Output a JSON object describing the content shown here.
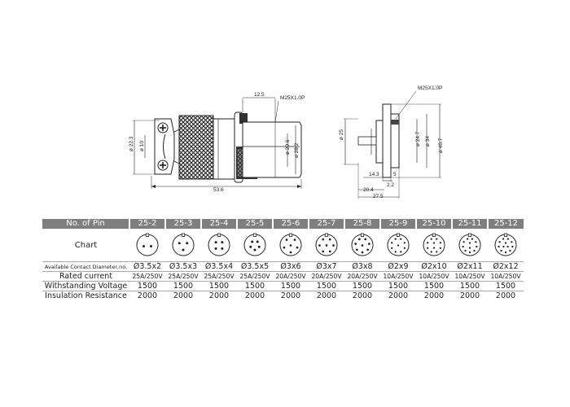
{
  "drawing": {
    "left_dims": {
      "overall_length": "53.6",
      "thread_length": "12.5",
      "thread_spec": "M25X1.0P",
      "dia_flange": "ø 22.3",
      "dia_cable": "ø 10",
      "dia_inner": "ø 20.6",
      "dia_outer": "ø 28.2"
    },
    "right_dims": {
      "thread_spec": "M25X1.0P",
      "dia_flange": "ø 25",
      "dia_thread_inner": "ø 24.7",
      "dia_body": "ø 34",
      "dia_outer": "ø 40.7",
      "dim_14_3": "14.3",
      "dim_5": "5",
      "dim_2_2": "2.2",
      "dim_20_4": "20.4",
      "dim_27_5": "27.5"
    }
  },
  "table": {
    "header_label": "No. of Pin",
    "models": [
      "25-2",
      "25-3",
      "25-4",
      "25-5",
      "25-6",
      "25-7",
      "25-8",
      "25-9",
      "25-10",
      "25-11",
      "25-12"
    ],
    "pin_counts": [
      2,
      3,
      4,
      5,
      6,
      7,
      8,
      9,
      10,
      11,
      12
    ],
    "chart_label": "Chart",
    "diameter_label": "Available Contact Diameter,no.",
    "diameters": [
      "Ø3.5x2",
      "Ø3.5x3",
      "Ø3.5x4",
      "Ø3.5x5",
      "Ø3x6",
      "Ø3x7",
      "Ø3x8",
      "Ø2x9",
      "Ø2x10",
      "Ø2x11",
      "Ø2x12"
    ],
    "current_label": "Rated current",
    "currents": [
      "25A/250V",
      "25A/250V",
      "25A/250V",
      "25A/250V",
      "20A/250V",
      "20A/250V",
      "20A/250V",
      "10A/250V",
      "10A/250V",
      "10A/250V",
      "10A/250V"
    ],
    "voltage_label": "Withstanding Voltage",
    "voltages": [
      "1500",
      "1500",
      "1500",
      "1500",
      "1500",
      "1500",
      "1500",
      "1500",
      "1500",
      "1500",
      "1500"
    ],
    "insulation_label": "Insulation Resistance",
    "insulations": [
      "2000",
      "2000",
      "2000",
      "2000",
      "2000",
      "2000",
      "2000",
      "2000",
      "2000",
      "2000",
      "2000"
    ]
  }
}
